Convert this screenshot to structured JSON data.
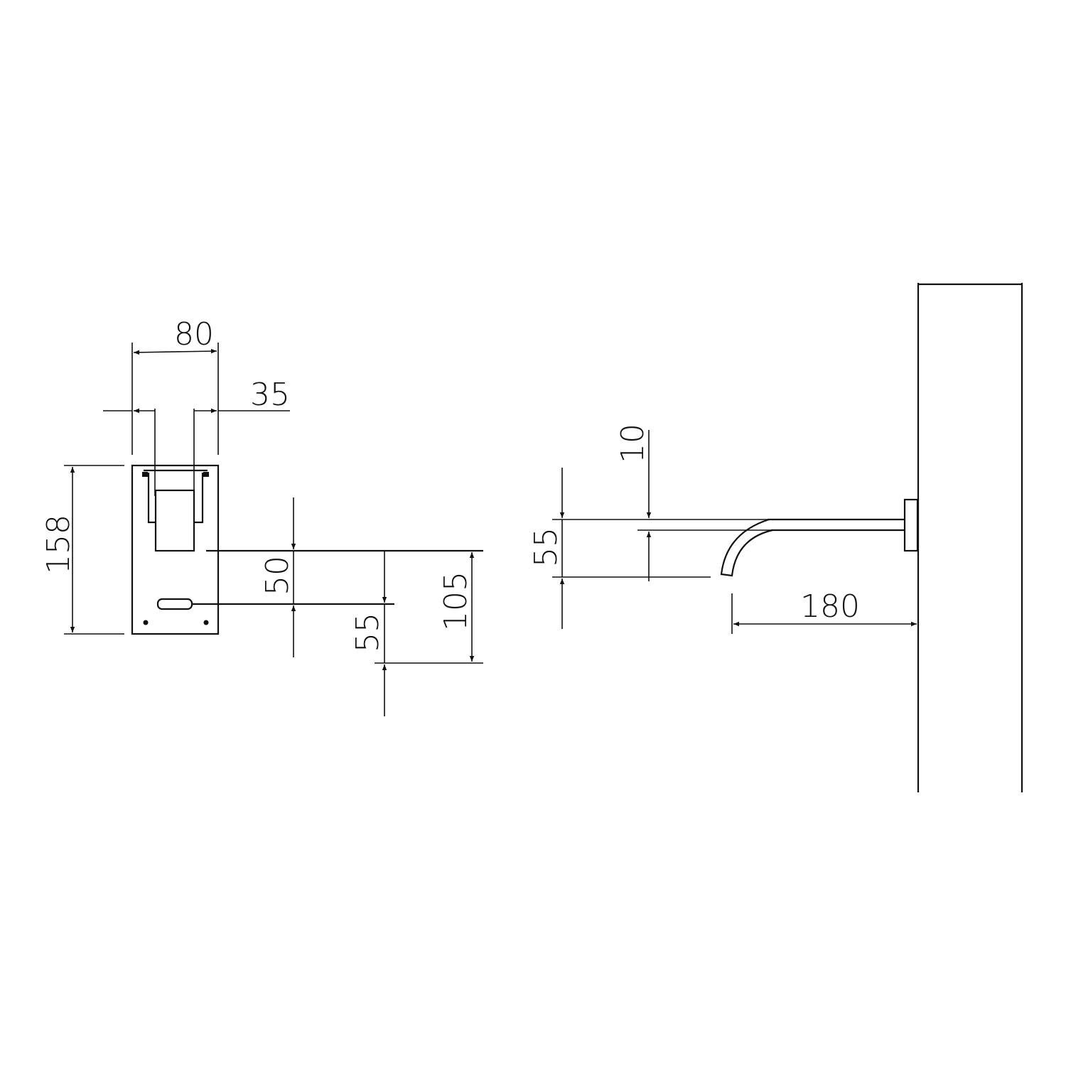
{
  "front_view": {
    "dimensions": {
      "plate_width": "80",
      "handle_width": "35",
      "plate_height": "158",
      "handle_to_spout": "50",
      "spout_to_bottom": "55",
      "total_offset": "105"
    }
  },
  "side_view": {
    "dimensions": {
      "spout_thickness": "10",
      "spout_drop": "55",
      "spout_projection": "180"
    }
  },
  "colors": {
    "line": "#111111",
    "background": "#ffffff"
  }
}
